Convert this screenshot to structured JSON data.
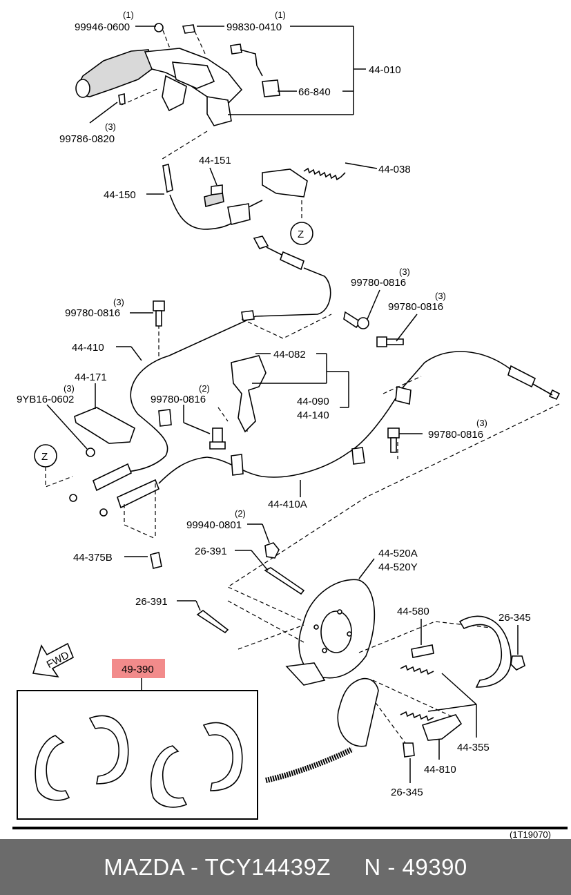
{
  "labels": {
    "l_99946": "99946-0600",
    "l_99830": "99830-0410",
    "l_44010": "44-010",
    "l_66840": "66-840",
    "l_99786": "99786-0820",
    "l_44151": "44-151",
    "l_44038": "44-038",
    "l_44150": "44-150",
    "l_z1": "Z",
    "l_99780_a": "99780-0816",
    "l_99780_b": "99780-0816",
    "l_99780_c": "99780-0816",
    "l_44410": "44-410",
    "l_44082": "44-082",
    "l_44171": "44-171",
    "l_9yb16": "9YB16-0602",
    "l_99780_d": "99780-0816",
    "l_44090": "44-090",
    "l_44140": "44-140",
    "l_99780_e": "99780-0816",
    "l_z2": "Z",
    "l_44410a": "44-410A",
    "l_99940": "99940-0801",
    "l_26391_a": "26-391",
    "l_44520a": "44-520A",
    "l_44520y": "44-520Y",
    "l_26391_b": "26-391",
    "l_44580": "44-580",
    "l_26345_a": "26-345",
    "l_44375b": "44-375B",
    "l_fwd": "FWD",
    "l_49390": "49-390",
    "l_44355": "44-355",
    "l_44810": "44-810",
    "l_26345_b": "26-345",
    "l_ref": "(1T19070)"
  },
  "quantities": {
    "q_99946": "(1)",
    "q_99830": "(1)",
    "q_99786": "(3)",
    "q_99780_a": "(3)",
    "q_99780_b": "(3)",
    "q_99780_c": "(3)",
    "q_9yb16": "(3)",
    "q_99780_d": "(2)",
    "q_99780_e": "(3)",
    "q_99940": "(2)"
  },
  "highlight_color": "#f28b8b",
  "footer": {
    "text": "MAZDA - TCY14439Z     N - 49390"
  }
}
